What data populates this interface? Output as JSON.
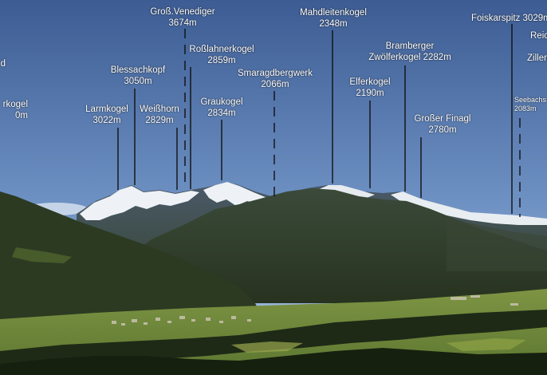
{
  "scene": {
    "sky_top_color": "#3d5e95",
    "sky_bottom_color": "#a9c3e2",
    "snow_color": "#eef2f6",
    "mountain_color": "#2e3b2e",
    "valley_color": "#6f8a3a"
  },
  "peaks": [
    {
      "id": "gross-venediger",
      "name": "Groß.Venediger",
      "elevation": "3674m",
      "line_style": "dashed"
    },
    {
      "id": "blessachkopf",
      "name": "Blessachkopf",
      "elevation": "3050m",
      "line_style": "solid"
    },
    {
      "id": "larmkogel",
      "name": "Larmkogel",
      "elevation": "3022m",
      "line_style": "solid"
    },
    {
      "id": "weisshorn",
      "name": "Weißhorn",
      "elevation": "2829m",
      "line_style": "solid"
    },
    {
      "id": "rosslahnerkogel",
      "name": "Roßlahnerkogel",
      "elevation": "2859m",
      "line_style": "solid"
    },
    {
      "id": "graukogel",
      "name": "Graukogel",
      "elevation": "2834m",
      "line_style": "solid"
    },
    {
      "id": "smaragdbergwerk",
      "name": "Smaragdbergwerk",
      "elevation": "2066m",
      "line_style": "dashed"
    },
    {
      "id": "mahdleitenkogel",
      "name": "Mahdleitenkogel",
      "elevation": "2348m",
      "line_style": "solid"
    },
    {
      "id": "elferkogel",
      "name": "Elferkogel",
      "elevation": "2190m",
      "line_style": "solid"
    },
    {
      "id": "bramberger",
      "name": "Bramberger",
      "name2": "Zwölferkogel 2282m",
      "elevation": "",
      "line_style": "solid"
    },
    {
      "id": "grosser-finagl",
      "name": "Großer Finagl",
      "elevation": "2780m",
      "line_style": "solid"
    },
    {
      "id": "foiskarspitz",
      "name": "Foiskarspitz 3029m",
      "elevation": "",
      "line_style": "solid"
    },
    {
      "id": "seebachs",
      "name": "Seebachs",
      "elevation": "2083m",
      "line_style": "dashed"
    },
    {
      "id": "reic",
      "name": "Reic",
      "elevation": "",
      "line_style": "none"
    },
    {
      "id": "zillert",
      "name": "Zilleri",
      "elevation": "",
      "line_style": "none"
    },
    {
      "id": "left-fragment-top",
      "name": "d",
      "elevation": "",
      "line_style": "none"
    },
    {
      "id": "left-fragment",
      "name": "rkogel",
      "elevation": "0m",
      "line_style": "none"
    }
  ]
}
